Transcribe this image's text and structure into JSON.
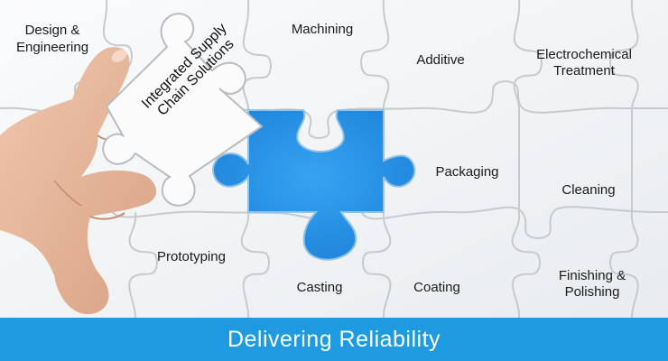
{
  "colors": {
    "accent_blue": "#1e9be0",
    "hole_blue": "#2b93e8",
    "piece_white": "#f4f5f6",
    "seam_gray": "#c9ccd1",
    "skin": "#e6b79c"
  },
  "puzzle_labels": [
    "Design & Engineering",
    "Machining",
    "Additive",
    "Electrochemical Treatment",
    "Packaging",
    "Cleaning",
    "Prototyping",
    "Casting",
    "Coating",
    "Finishing & Polishing"
  ],
  "held_piece": {
    "line1": "Integrated Supply",
    "line2": "Chain Solutions"
  },
  "banner": {
    "text": "Delivering Reliability"
  }
}
